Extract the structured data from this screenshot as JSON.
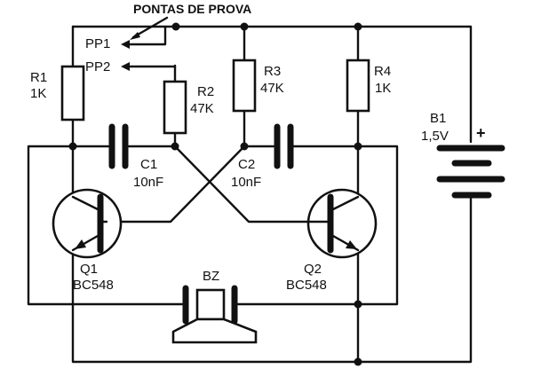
{
  "title": "PONTAS DE PROVA",
  "probes": {
    "pp1": "PP1",
    "pp2": "PP2"
  },
  "resistors": {
    "r1": {
      "name": "R1",
      "value": "1K"
    },
    "r2": {
      "name": "R2",
      "value": "47K"
    },
    "r3": {
      "name": "R3",
      "value": "47K"
    },
    "r4": {
      "name": "R4",
      "value": "1K"
    }
  },
  "capacitors": {
    "c1": {
      "name": "C1",
      "value": "10nF"
    },
    "c2": {
      "name": "C2",
      "value": "10nF"
    }
  },
  "transistors": {
    "q1": {
      "name": "Q1",
      "model": "BC548"
    },
    "q2": {
      "name": "Q2",
      "model": "BC548"
    }
  },
  "buzzer": {
    "name": "BZ"
  },
  "battery": {
    "name": "B1",
    "voltage": "1,5V",
    "polarity": "+"
  }
}
